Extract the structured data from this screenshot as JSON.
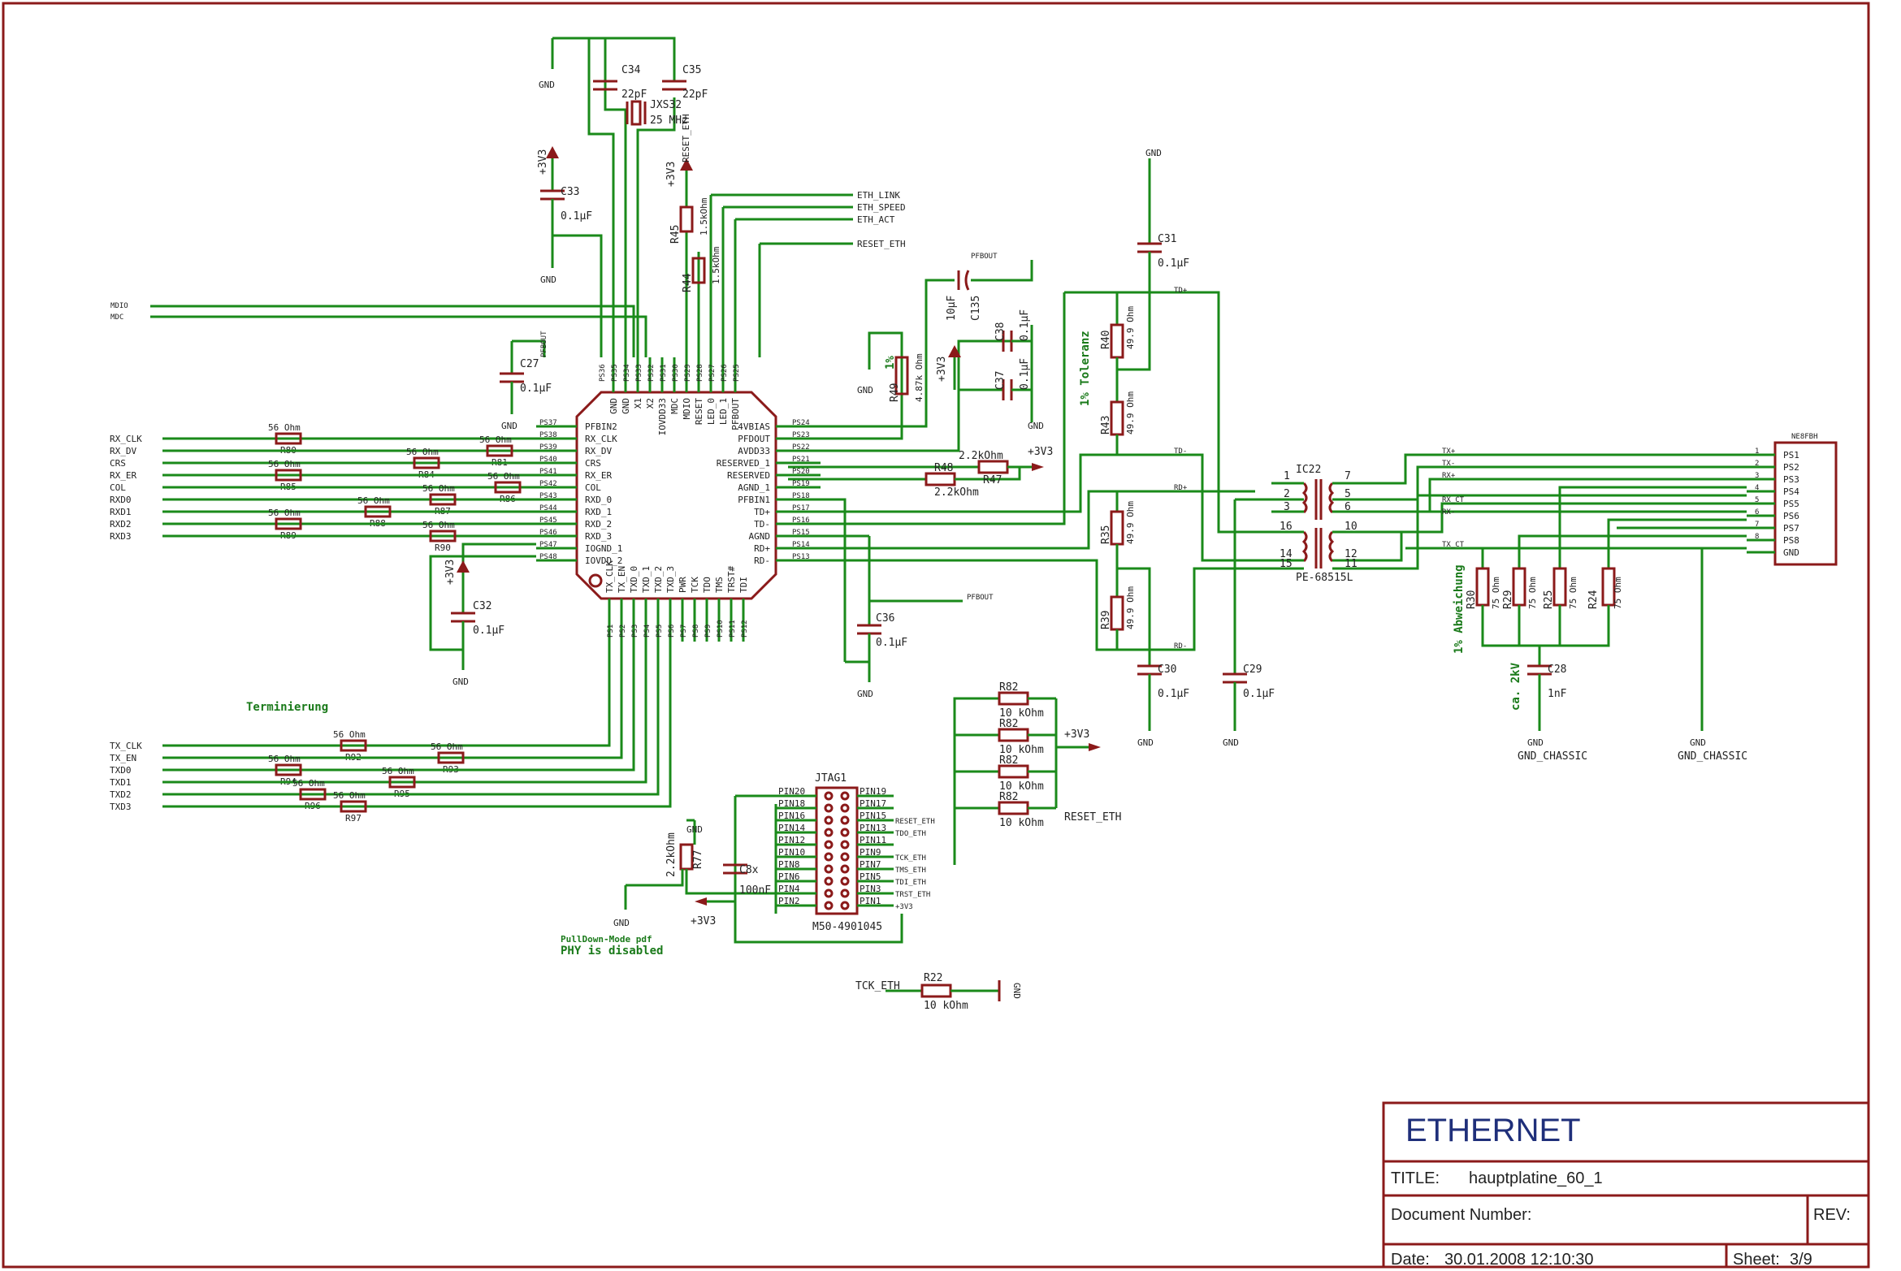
{
  "title_block": {
    "title_big": "ETHERNET",
    "title_label": "TITLE:",
    "title_value": "hauptplatine_60_1",
    "doc_number_label": "Document Number:",
    "rev_label": "REV:",
    "date_label": "Date:",
    "date_value": "30.01.2008 12:10:30",
    "sheet_label": "Sheet:",
    "sheet_value": "3/9"
  },
  "ic_main": {
    "left_pins": [
      "PFBIN2",
      "RX_CLK",
      "RX_DV",
      "CRS",
      "RX_ER",
      "COL",
      "RXD_0",
      "RXD_1",
      "RXD_2",
      "RXD_3",
      "IOGND_1",
      "IOVDD_2"
    ],
    "left_pads": [
      "PS37",
      "PS38",
      "PS39",
      "PS40",
      "PS41",
      "PS42",
      "PS43",
      "PS44",
      "PS45",
      "PS46",
      "PS47",
      "PS48"
    ],
    "right_pins": [
      "4VBIAS",
      "PFDOUT",
      "AVDD33",
      "RESERVED_1",
      "RESERVED",
      "AGND_1",
      "PFBIN1",
      "TD+",
      "TD-",
      "AGND",
      "RD+",
      "RD-"
    ],
    "right_pads": [
      "PS24",
      "PS23",
      "PS22",
      "PS21",
      "PS20",
      "PS19",
      "PS18",
      "PS17",
      "PS16",
      "PS15",
      "PS14",
      "PS13"
    ],
    "top_pins": [
      "GND",
      "GND",
      "X1",
      "X2",
      "IOVDD33",
      "MDC",
      "MDIO",
      "RESET",
      "LED_0",
      "LED_1",
      "PFBOUT"
    ],
    "top_pads": [
      "PS36",
      "PS35",
      "PS34",
      "PS33",
      "PS32",
      "PS31",
      "PS30",
      "PS29",
      "PS28",
      "PS27",
      "PS26",
      "PS25"
    ],
    "bottom_pins": [
      "TX_CLK",
      "TX_EN",
      "TXD_0",
      "TXD_1",
      "TXD_2",
      "TXD_3",
      "PWR",
      "TCK",
      "TDO",
      "TMS",
      "TRST#",
      "TDI"
    ],
    "bottom_pads": [
      "PS1",
      "PS2",
      "PS3",
      "PS4",
      "PS5",
      "PS6",
      "PS7",
      "PS8",
      "PS9",
      "PS10",
      "PS11",
      "PS12"
    ]
  },
  "rx_signals": [
    "RX_CLK",
    "RX_DV",
    "CRS",
    "RX_ER",
    "COL",
    "RXD0",
    "RXD1",
    "RXD2",
    "RXD3"
  ],
  "tx_signals": [
    "TX_CLK",
    "TX_EN",
    "TXD0",
    "TXD1",
    "TXD2",
    "TXD3"
  ],
  "mdio_signals": [
    "MDIO",
    "MDC"
  ],
  "net_labels": {
    "eth_link": "ETH_LINK",
    "eth_speed": "ETH_SPEED",
    "eth_act": "ETH_ACT",
    "reset_eth": "RESET_ETH",
    "pfbout": "PFBOUT",
    "td_plus": "TD+",
    "td_minus": "TD-",
    "rd_plus": "RD+",
    "rd_minus": "RD-",
    "tx_plus": "TX+",
    "tx_minus": "TX-",
    "rx_plus": "RX+",
    "rx_minus": "RX-",
    "rx_ct": "RX_CT",
    "tx_ct": "TX_CT",
    "tck_eth": "TCK_ETH",
    "tms_eth": "TMS_ETH",
    "tdi_eth": "TDI_ETH",
    "trst_eth": "TRST_ETH",
    "tdo_eth": "TDO_ETH"
  },
  "power": {
    "gnd": "GND",
    "v3": "+3V3",
    "gnd_chassis": "GND_CHASSIC"
  },
  "notes": {
    "terminierung": "Terminierung",
    "tolerance": "1% Toleranz",
    "abweichung": "1% Abweichung",
    "pulldown": "PullDown-Mode pdf",
    "phy_disabled": "PHY is disabled",
    "ca_2kv": "ca. 2kV",
    "one_percent": "1%"
  },
  "components": {
    "c34": [
      "C34",
      "22pF"
    ],
    "c35": [
      "C35",
      "22pF"
    ],
    "crystal": [
      "JXS32",
      "25 MHz"
    ],
    "c33": [
      "C33",
      "0.1µF"
    ],
    "r45": [
      "R45",
      "1.5kOhm"
    ],
    "r44": [
      "R44",
      "1.5kOhm"
    ],
    "c27": [
      "C27",
      "0.1µF"
    ],
    "c32": [
      "C32",
      "0.1µF"
    ],
    "c135": [
      "C135",
      "10µF"
    ],
    "c38": [
      "C38",
      "0.1µF"
    ],
    "c37": [
      "C37",
      "0.1µF"
    ],
    "r49": [
      "R49",
      "4.87k Ohm"
    ],
    "r48": [
      "R48",
      "2.2kOhm"
    ],
    "r47": [
      "R47",
      "2.2kOhm"
    ],
    "c36": [
      "C36",
      "0.1µF"
    ],
    "c31": [
      "C31",
      "0.1µF"
    ],
    "r40": [
      "R40",
      "49.9 Ohm"
    ],
    "r43": [
      "R43",
      "49.9 Ohm"
    ],
    "r35": [
      "R35",
      "49.9 Ohm"
    ],
    "r39": [
      "R39",
      "49.9 Ohm"
    ],
    "c30": [
      "C30",
      "0.1µF"
    ],
    "c29": [
      "C29",
      "0.1µF"
    ],
    "ic22": [
      "IC22",
      "PE-68515L"
    ],
    "r30": [
      "R30",
      "75 Ohm"
    ],
    "r29": [
      "R29",
      "75 Ohm"
    ],
    "r25": [
      "R25",
      "75 Ohm"
    ],
    "r24": [
      "R24",
      "75 Ohm"
    ],
    "c28": [
      "C28",
      "1nF"
    ],
    "connector": [
      "NE8FBH"
    ],
    "r82_list": [
      [
        "R82",
        "10 kOhm"
      ],
      [
        "R82",
        "10 kOhm"
      ],
      [
        "R82",
        "10 kOhm"
      ],
      [
        "R82",
        "10 kOhm"
      ]
    ],
    "r77": [
      "R77",
      "2.2kOhm"
    ],
    "c8x": [
      "C8x",
      "100nF"
    ],
    "jtag": [
      "JTAG1",
      "M50-4901045"
    ],
    "r22": [
      "R22",
      "10 kOhm"
    ],
    "rx_resistors": [
      [
        "R80",
        "56 Ohm"
      ],
      [
        "R81",
        "56 Ohm"
      ],
      [
        "R84",
        "56 Ohm"
      ],
      [
        "R85",
        "56 Ohm"
      ],
      [
        "R86",
        "56 Ohm"
      ],
      [
        "R87",
        "56 Ohm"
      ],
      [
        "R88",
        "56 Ohm"
      ],
      [
        "R89",
        "56 Ohm"
      ],
      [
        "R90",
        "56 Ohm"
      ]
    ],
    "tx_resistors": [
      [
        "R92",
        "56 Ohm"
      ],
      [
        "R93",
        "56 Ohm"
      ],
      [
        "R94",
        "56 Ohm"
      ],
      [
        "R95",
        "56 Ohm"
      ],
      [
        "R96",
        "56 Ohm"
      ],
      [
        "R97",
        "56 Ohm"
      ]
    ]
  },
  "connector_pins": [
    "PS1",
    "PS2",
    "PS3",
    "PS4",
    "PS5",
    "PS6",
    "PS7",
    "PS8",
    "GND"
  ],
  "connector_pin_numbers": [
    "1",
    "2",
    "3",
    "4",
    "5",
    "6",
    "7",
    "8"
  ],
  "jtag_left": [
    "PIN20",
    "PIN18",
    "PIN16",
    "PIN14",
    "PIN12",
    "PIN10",
    "PIN8",
    "PIN6",
    "PIN4",
    "PIN2"
  ],
  "jtag_right": [
    "PIN19",
    "PIN17",
    "PIN15",
    "PIN13",
    "PIN11",
    "PIN9",
    "PIN7",
    "PIN5",
    "PIN3",
    "PIN1"
  ],
  "transformer_pins_left": [
    "1",
    "2",
    "3",
    "16",
    "14",
    "15"
  ],
  "transformer_pins_right": [
    "7",
    "5",
    "6",
    "10",
    "12",
    "11"
  ],
  "colors": {
    "wire": "#1a8a1a",
    "part": "#8b1a1a",
    "title": "#1f2f7a"
  }
}
